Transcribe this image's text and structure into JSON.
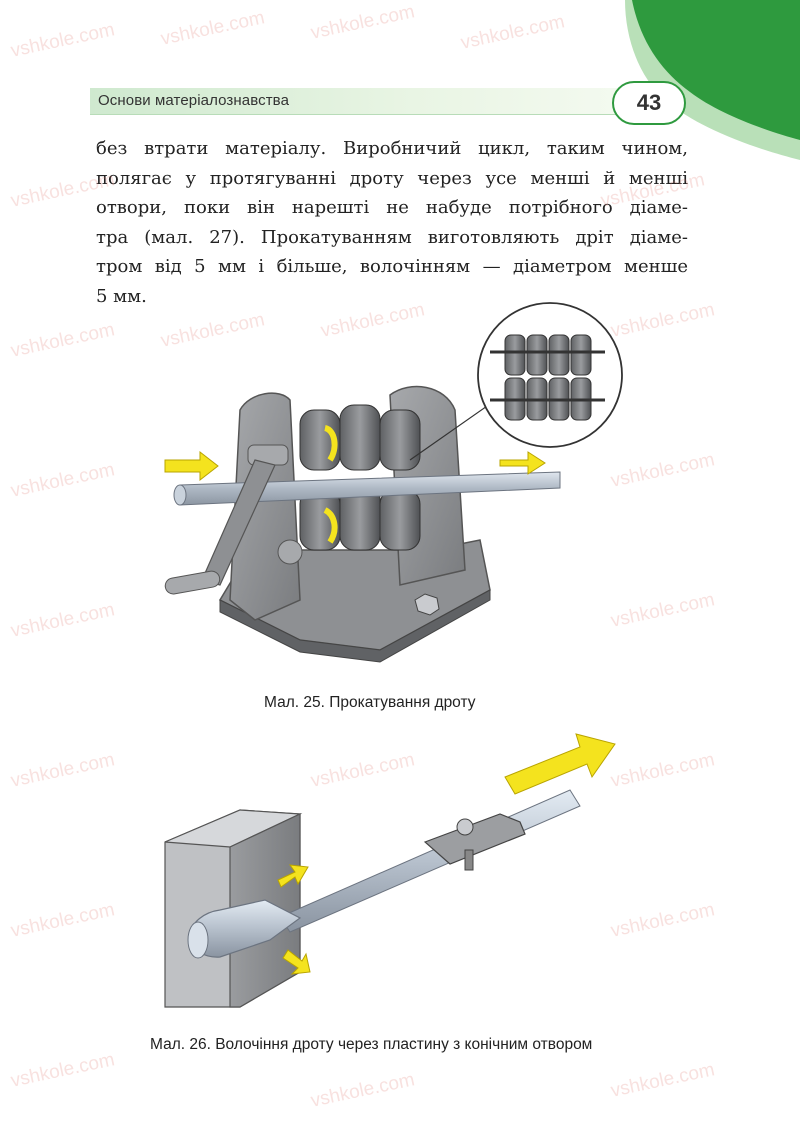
{
  "header": {
    "section_title": "Основи матеріалознавства",
    "page_number": "43"
  },
  "body": {
    "lines": [
      "без втрати матеріалу. Виробничий цикл, таким чином,",
      "полягає у протягуванні дроту через усе менші й менші",
      "отвори, поки він нарешті не набуде потрібного діаме-",
      "тра (мал. 27). Прокатуванням виготовляють дріт діаме-",
      "тром від 5 мм і більше, волочінням — діаметром менше",
      "5 мм."
    ]
  },
  "figures": {
    "fig25_caption": "Мал. 25. Прокатування дроту",
    "fig26_caption": "Мал. 26. Волочіння дроту через пластину з конічним отвором"
  },
  "watermark": {
    "text": "vshkole.com"
  },
  "colors": {
    "accent_green": "#2f9a3f",
    "arrow_yellow": "#f4e31e",
    "metal_gray": "#7d7f82"
  }
}
